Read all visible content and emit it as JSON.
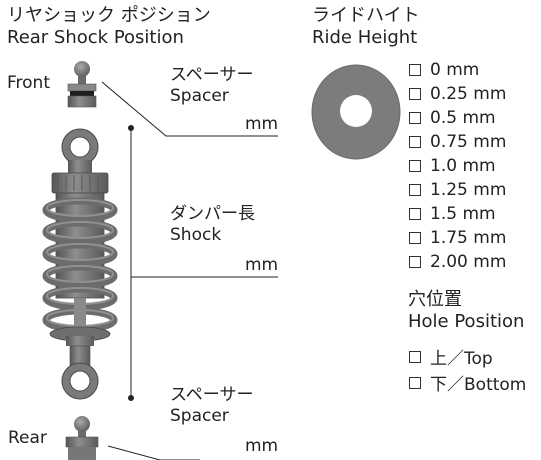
{
  "left": {
    "title_jp": "リヤショック ポジション",
    "title_en": "Rear Shock Position",
    "front_label": "Front",
    "rear_label": "Rear",
    "spacer_top_jp": "スペーサー",
    "spacer_top_en": "Spacer",
    "spacer_top_unit": "mm",
    "shock_jp": "ダンパー長",
    "shock_en": "Shock",
    "shock_unit": "mm",
    "spacer_bottom_jp": "スペーサー",
    "spacer_bottom_en": "Spacer",
    "spacer_bottom_unit": "mm"
  },
  "right": {
    "ride_height_jp": "ライドハイト",
    "ride_height_en": "Ride Height",
    "ride_height_options": [
      "0 mm",
      "0.25 mm",
      "0.5 mm",
      "0.75 mm",
      "1.0 mm",
      "1.25 mm",
      "1.5 mm",
      "1.75 mm",
      "2.00 mm"
    ],
    "hole_position_jp": "穴位置",
    "hole_position_en": "Hole Position",
    "hole_options": [
      "上／Top",
      "下／Bottom"
    ]
  },
  "colors": {
    "part_gray": "#7d7d7d",
    "part_dark": "#3c3c3c",
    "line": "#222222"
  }
}
